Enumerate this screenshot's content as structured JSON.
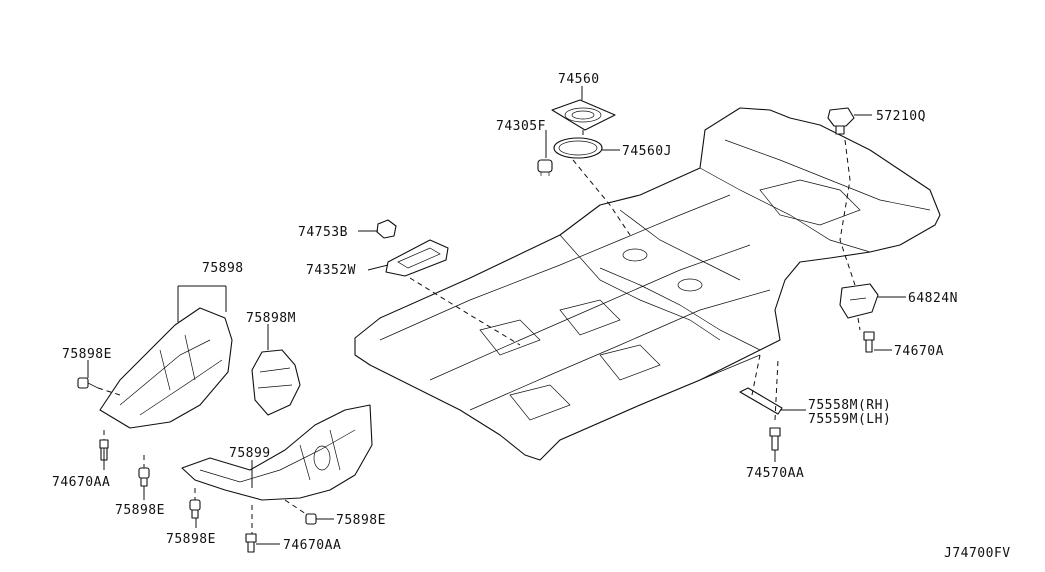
{
  "diagram": {
    "drawing_code": "J74700FV",
    "labels": {
      "p74560": "74560",
      "p74305F": "74305F",
      "p74560J": "74560J",
      "p57210Q": "57210Q",
      "p74753B": "74753B",
      "p74352W": "74352W",
      "p75898": "75898",
      "p75898M": "75898M",
      "p75898E_left": "75898E",
      "p74670AA_left": "74670AA",
      "p75898E_mid": "75898E",
      "p75899": "75899",
      "p75898E_bottom": "75898E",
      "p75898E_right": "75898E",
      "p74670AA_bottom": "74670AA",
      "p64824N": "64824N",
      "p74670A": "74670A",
      "p75558M": "75558M(RH)",
      "p75559M": "75559M(LH)",
      "p74570AA": "74570AA"
    }
  }
}
